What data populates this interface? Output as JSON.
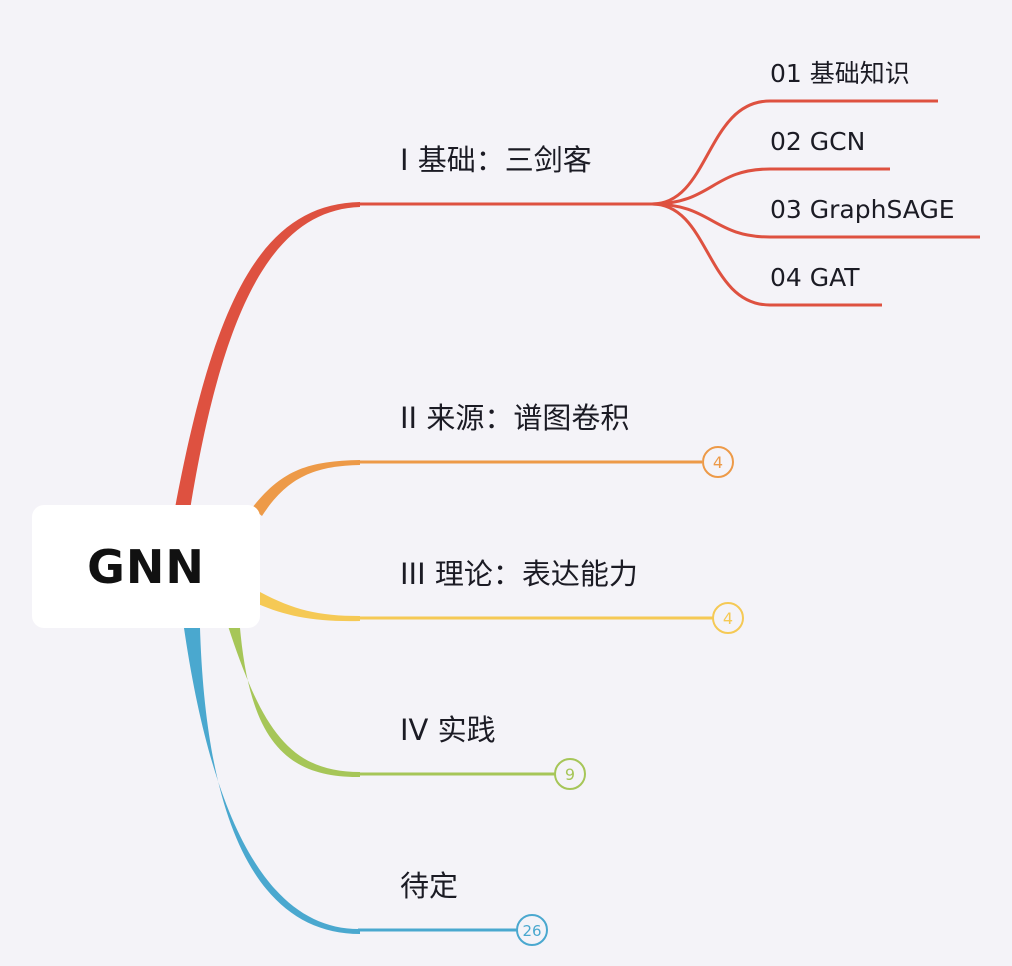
{
  "root": {
    "label": "GNN"
  },
  "branches": [
    {
      "label": "I 基础：三剑客",
      "color": "#de5140",
      "count": "",
      "children": [
        {
          "label": "01 基础知识"
        },
        {
          "label": "02 GCN"
        },
        {
          "label": "03 GraphSAGE"
        },
        {
          "label": "04 GAT"
        }
      ]
    },
    {
      "label": "II 来源：谱图卷积",
      "color": "#ed9a48",
      "count": "4",
      "children": []
    },
    {
      "label": "III 理论：表达能力",
      "color": "#f5c955",
      "count": "4",
      "children": []
    },
    {
      "label": "IV 实践",
      "color": "#a6c658",
      "count": "9",
      "children": []
    },
    {
      "label": "待定",
      "color": "#4aa8cf",
      "count": "26",
      "children": []
    }
  ]
}
